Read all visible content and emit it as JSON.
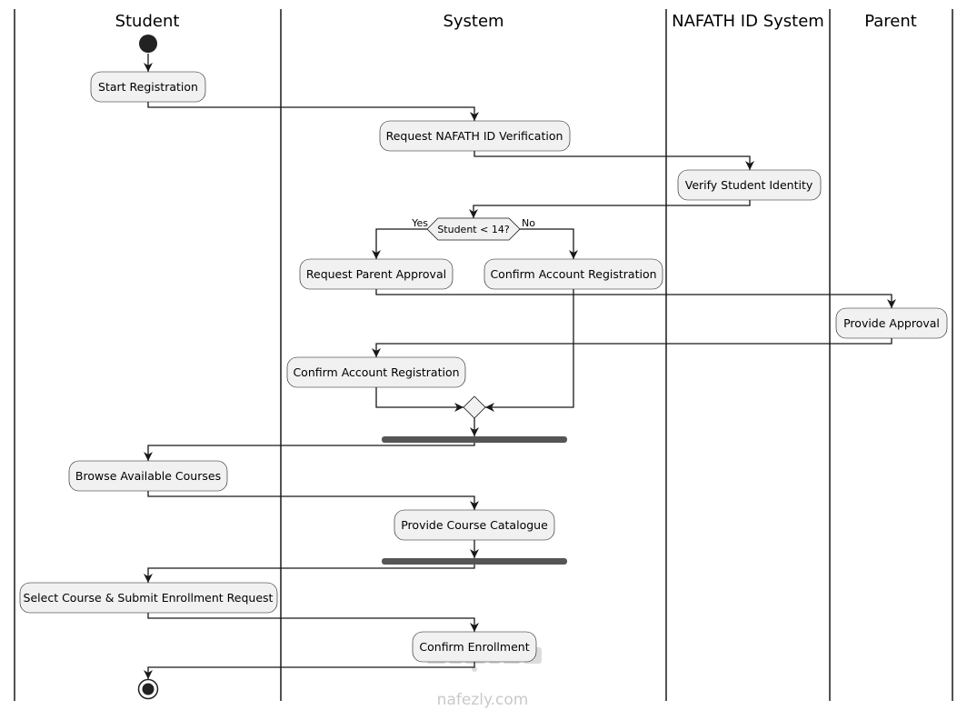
{
  "swimlanes": [
    {
      "id": "student",
      "label": "Student"
    },
    {
      "id": "system",
      "label": "System"
    },
    {
      "id": "nafath",
      "label": "NAFATH ID System"
    },
    {
      "id": "parent",
      "label": "Parent"
    }
  ],
  "activities": {
    "start_registration": "Start Registration",
    "request_nafath": "Request NAFATH ID Verification",
    "verify_identity": "Verify Student Identity",
    "request_parent": "Request Parent Approval",
    "confirm_account_no": "Confirm Account Registration",
    "provide_approval": "Provide Approval",
    "confirm_account_yes": "Confirm Account Registration",
    "browse_courses": "Browse Available Courses",
    "provide_catalogue": "Provide Course Catalogue",
    "select_course": "Select Course & Submit Enrollment Request",
    "confirm_enrollment": "Confirm Enrollment"
  },
  "decision": {
    "condition": "Student < 14?",
    "yes": "Yes",
    "no": "No"
  },
  "watermark": {
    "domain": "nafezly.com"
  },
  "colors": {
    "activity_fill": "#f1f1f1",
    "activity_stroke": "#181818",
    "bar": "#555555"
  }
}
